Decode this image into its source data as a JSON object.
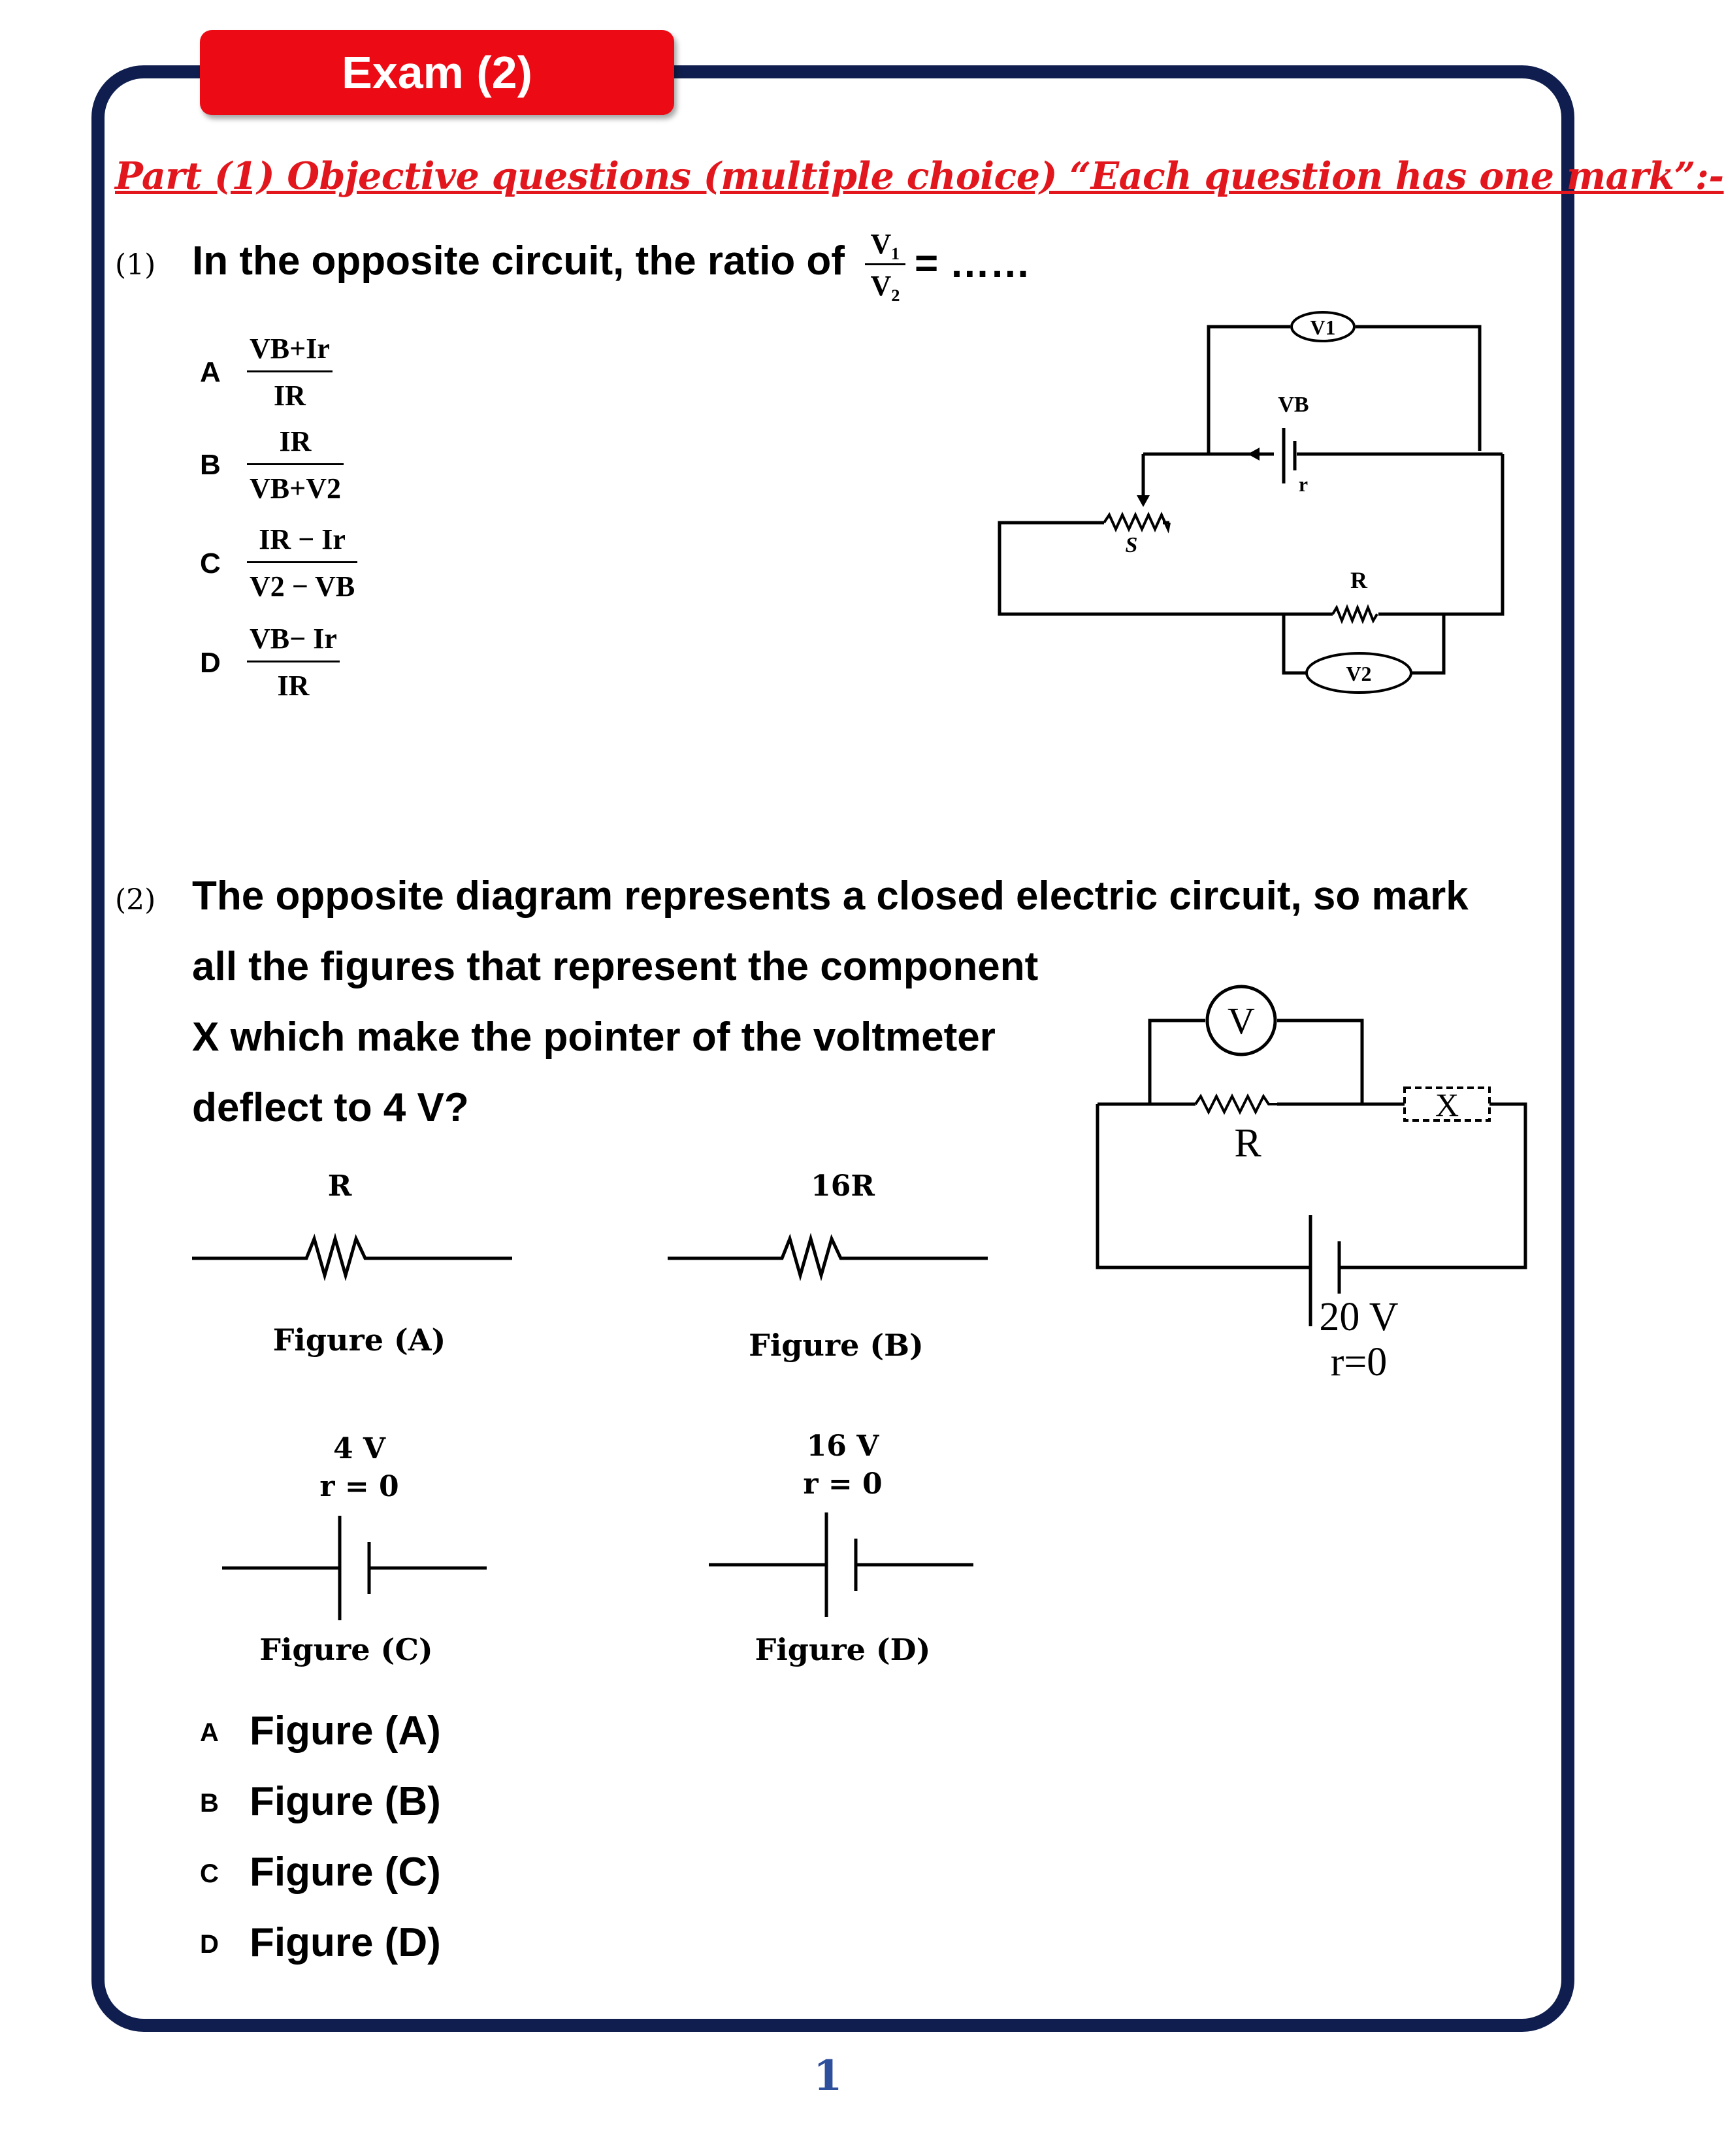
{
  "header": {
    "exam_title": "Exam (2)"
  },
  "part": {
    "title": "Part (1) Objective questions (multiple choice) “Each question has one mark”:-"
  },
  "q1": {
    "number": "(1)",
    "text": "In the opposite circuit, the ratio of",
    "ratio_num": "V₁",
    "ratio_den": "V₂",
    "tail": "= ……",
    "options": [
      {
        "letter": "A",
        "num": "VB+Ir",
        "den": "IR"
      },
      {
        "letter": "B",
        "num": "IR",
        "den": "VB+V2"
      },
      {
        "letter": "C",
        "num": "IR − Ir",
        "den": "V2 − VB"
      },
      {
        "letter": "D",
        "num": "VB− Ir",
        "den": "IR"
      }
    ],
    "circuit": {
      "v1": "V1",
      "vb": "VB",
      "r_small": "r",
      "s": "S",
      "r_big": "R",
      "v2": "V2"
    }
  },
  "q2": {
    "number": "(2)",
    "lines": [
      "The opposite diagram represents a closed electric circuit, so mark",
      "all the figures that represent the component",
      "X which make the pointer of the voltmeter",
      "deflect to 4 V?"
    ],
    "figures": [
      {
        "top": "R",
        "caption": "Figure (A)"
      },
      {
        "top": "16R",
        "caption": "Figure (B)"
      },
      {
        "top": "4 V",
        "sub": "r = 0",
        "caption": "Figure (C)"
      },
      {
        "top": "16 V",
        "sub": "r = 0",
        "caption": "Figure (D)"
      }
    ],
    "circuit": {
      "voltmeter": "V",
      "x": "X",
      "r": "R",
      "emf": "20 V",
      "internal": "r=0"
    },
    "answers": [
      {
        "letter": "A",
        "text": "Figure (A)"
      },
      {
        "letter": "B",
        "text": "Figure (B)"
      },
      {
        "letter": "C",
        "text": "Figure (C)"
      },
      {
        "letter": "D",
        "text": "Figure (D)"
      }
    ]
  },
  "footer": {
    "page_number": "1"
  }
}
